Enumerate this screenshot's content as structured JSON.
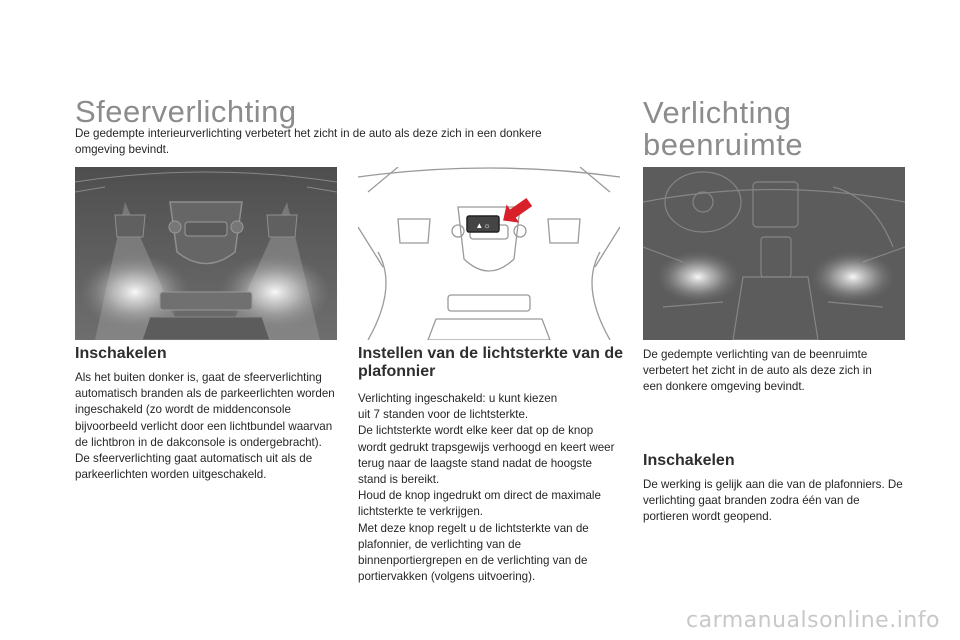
{
  "left": {
    "title": "Sfeerverlichting",
    "intro": "De gedempte interieurverlichting verbetert het zicht in de auto als deze zich in een donkere omgeving bevindt.",
    "section_title": "Inschakelen",
    "paragraphs": [
      "Als het buiten donker is, gaat de sfeerverlichting automatisch branden als de parkeerlichten worden ingeschakeld (zo wordt de middenconsole bijvoorbeeld verlicht door een lichtbundel waarvan de lichtbron in de dakconsole is ondergebracht).",
      "De sfeerverlichting gaat automatisch uit als de parkeerlichten worden uitgeschakeld."
    ]
  },
  "middle": {
    "section_title": "Instellen van de lichtsterkte van de plafonnier",
    "paragraphs": [
      "Verlichting ingeschakeld: u kunt kiezen uit 7 standen voor de lichtsterkte.",
      "De lichtsterkte wordt elke keer dat op de knop wordt gedrukt trapsgewijs verhoogd en keert weer terug naar de laagste stand nadat de hoogste stand is bereikt.",
      "Houd de knop ingedrukt om direct de maximale lichtsterkte te verkrijgen.",
      "Met deze knop regelt u de lichtsterkte van de plafonnier, de verlichting van de binnenportiergrepen en de verlichting van de portiervakken (volgens uitvoering)."
    ]
  },
  "right": {
    "title_line1": "Verlichting",
    "title_line2": "beenruimte",
    "intro": "De gedempte verlichting van de beenruimte verbetert het zicht in de auto als deze zich in een donkere omgeving bevindt.",
    "section_title": "Inschakelen",
    "paragraphs": [
      "De werking is gelijk aan die van de plafonniers. De verlichting gaat branden zodra één van de portieren wordt geopend."
    ]
  },
  "watermark": "carmanualsonline.info",
  "colors": {
    "title_grey": "#8c8c8c",
    "photo_bg": "#5f5f5f",
    "arrow_red": "#d8202a"
  }
}
